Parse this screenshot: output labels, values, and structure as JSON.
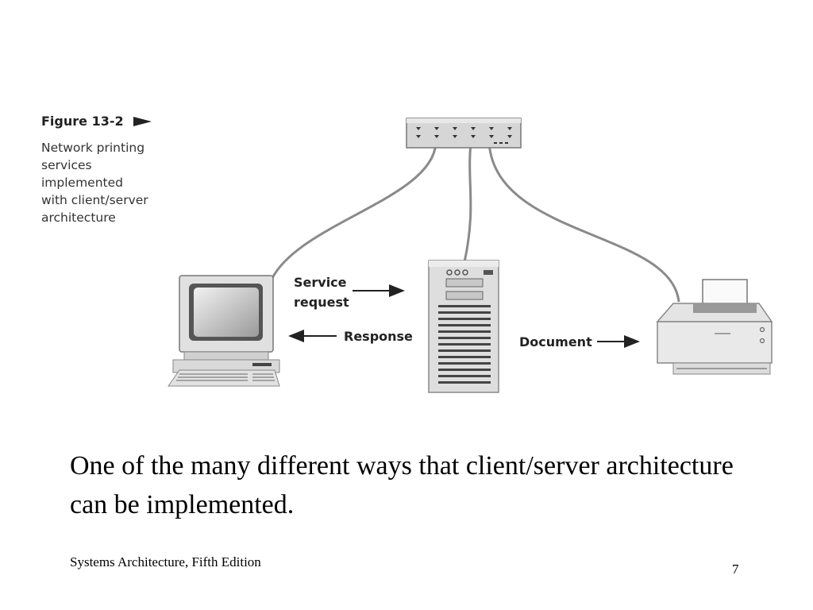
{
  "figure": {
    "label": "Figure 13-2",
    "caption_lines": [
      "Network printing",
      "services",
      "implemented",
      "with client/server",
      "architecture"
    ]
  },
  "diagram": {
    "nodes": [
      "hub-icon",
      "client-computer-icon",
      "server-tower-icon",
      "printer-icon"
    ],
    "arrows": [
      {
        "label_lines": [
          "Service",
          "request"
        ],
        "direction": "right"
      },
      {
        "label": "Response",
        "direction": "left"
      },
      {
        "label": "Document",
        "direction": "right"
      }
    ]
  },
  "body_text": "One of the many different ways that client/server architecture can be implemented.",
  "footer": {
    "left": "Systems Architecture, Fifth Edition",
    "page_number": "7"
  }
}
